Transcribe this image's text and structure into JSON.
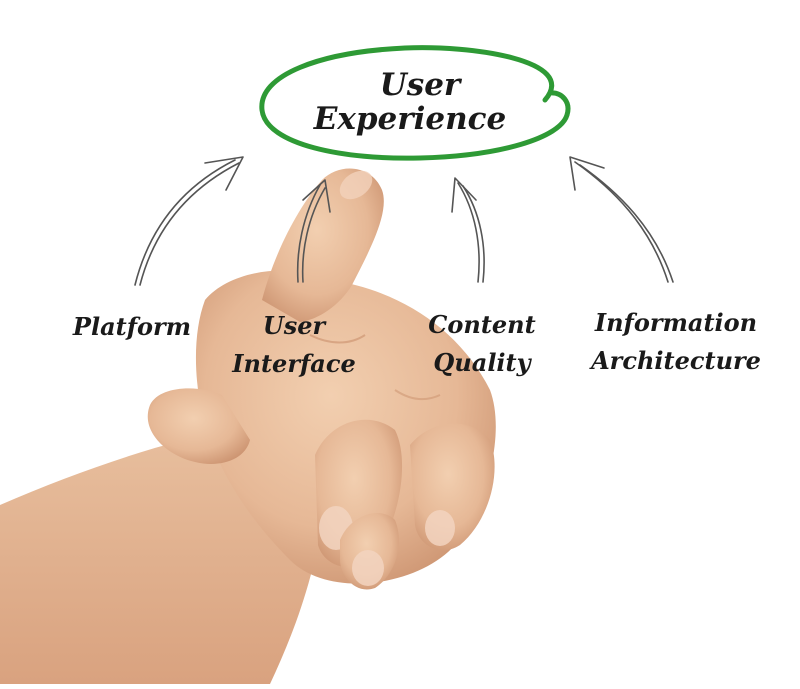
{
  "diagram": {
    "central": {
      "lines": [
        "User",
        "Experience"
      ],
      "ring_color": "#2e9a35"
    },
    "nodes": [
      {
        "id": "platform",
        "lines": [
          "Platform"
        ]
      },
      {
        "id": "user-interface",
        "lines": [
          "User",
          "Interface"
        ]
      },
      {
        "id": "content-quality",
        "lines": [
          "Content",
          "Quality"
        ]
      },
      {
        "id": "information-architecture",
        "lines": [
          "Information",
          "Architecture"
        ]
      }
    ],
    "arrow_color": "#555555"
  },
  "photo": {
    "subject": "hand-pointing",
    "skin_color": "#e8bd9a"
  }
}
